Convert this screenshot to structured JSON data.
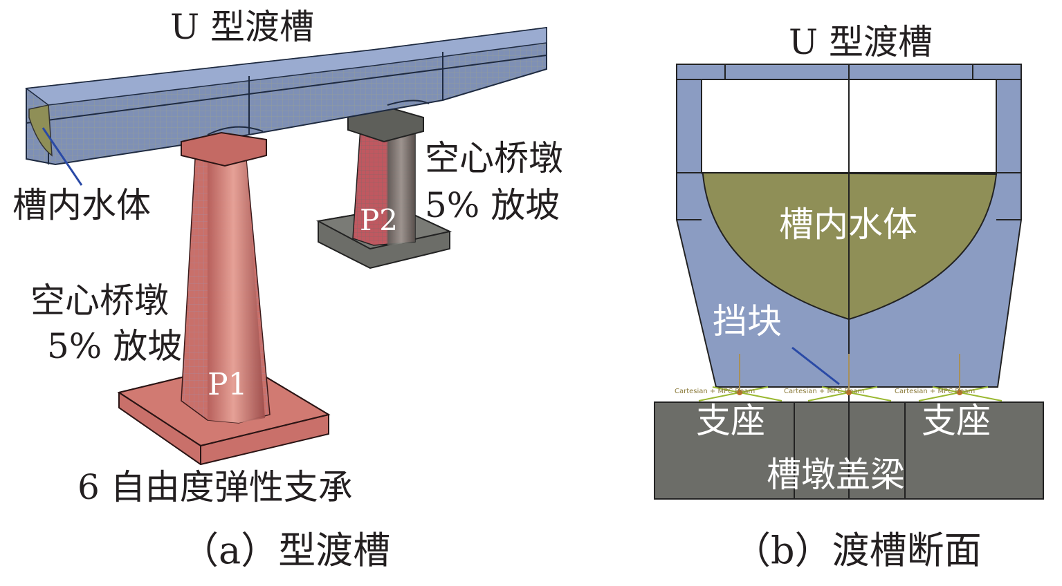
{
  "panel_a": {
    "title": "U 型渡槽",
    "water_label": "槽内水体",
    "pier_p2_label_line1": "空心桥墩",
    "pier_p2_label_line2": "5% 放坡",
    "pier_p1_label_line1": "空心桥墩",
    "pier_p1_label_line2": "5% 放坡",
    "p1": "P1",
    "p2": "P2",
    "bearing_label": "6 自由度弹性支承",
    "caption": "（a）型渡槽"
  },
  "panel_b": {
    "title": "U 型渡槽",
    "water_label": "槽内水体",
    "block_label": "挡块",
    "support_left": "支座",
    "support_right": "支座",
    "cap_beam": "槽墩盖梁",
    "connector_text": [
      "Cartesian + MPC Beam",
      "Cartesian + MPC Beam",
      "Cartesian + MPC Beam"
    ],
    "caption": "（b）渡槽断面"
  },
  "colors": {
    "aqueduct": "#8b9cc2",
    "water": "#8f8f57",
    "pier_p1": "#c9706a",
    "pier_p2": "#6c6d68",
    "cap_beam": "#6c6d68",
    "leader_line": "#2a4aa6",
    "connector": "#7fae2a"
  }
}
